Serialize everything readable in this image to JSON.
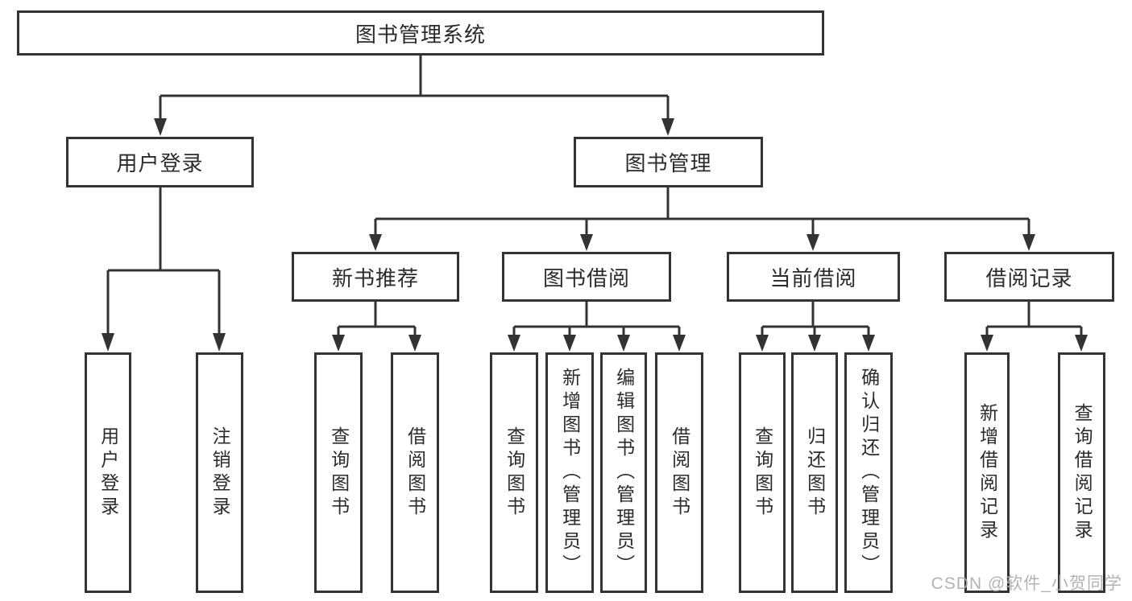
{
  "diagram": {
    "root": {
      "label": "图书管理系统"
    },
    "level2": [
      {
        "label": "用户登录"
      },
      {
        "label": "图书管理"
      }
    ],
    "level3": [
      {
        "label": "新书推荐"
      },
      {
        "label": "图书借阅"
      },
      {
        "label": "当前借阅"
      },
      {
        "label": "借阅记录"
      }
    ],
    "leaves": [
      {
        "label": "用户登录"
      },
      {
        "label": "注销登录"
      },
      {
        "label": "查询图书"
      },
      {
        "label": "借阅图书"
      },
      {
        "label": "查询图书"
      },
      {
        "label": "新增图书（管理员）"
      },
      {
        "label": "编辑图书（管理员）"
      },
      {
        "label": "借阅图书"
      },
      {
        "label": "查询图书"
      },
      {
        "label": "归还图书"
      },
      {
        "label": "确认归还（管理员）"
      },
      {
        "label": "新增借阅记录"
      },
      {
        "label": "查询借阅记录"
      }
    ],
    "watermark": "CSDN @软件_小贺同学",
    "colors": {
      "line": "#333333",
      "box_background": "#ffffff",
      "text": "#2b2b2b",
      "watermark": "#acacac"
    }
  }
}
